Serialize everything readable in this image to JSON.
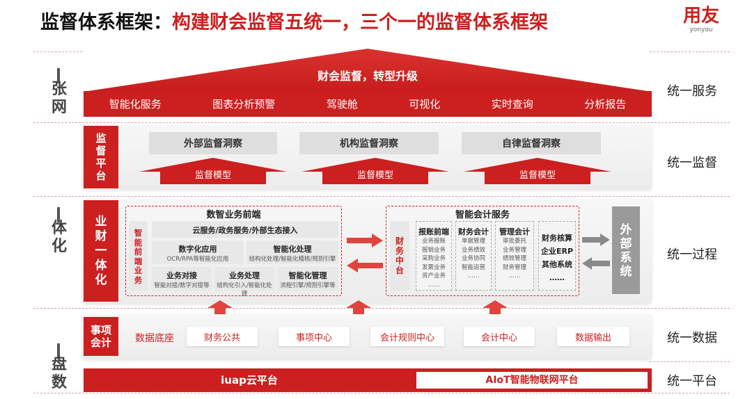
{
  "title": {
    "main": "监督体系框架：",
    "accent": "构建财会监督五统一，三个一的监督体系框架"
  },
  "logo": {
    "cn": "用友",
    "en": "yonyou"
  },
  "left_labels": {
    "net": "张网",
    "integration": "体化",
    "base": "盘数"
  },
  "right_labels": [
    "统一服务",
    "统一监督",
    "统一过程",
    "统一数据",
    "统一平台"
  ],
  "roof": {
    "title": "财会监督，转型升级",
    "items": [
      "智能化服务",
      "图表分析预警",
      "驾驶舱",
      "可视化",
      "实时查询",
      "分析报告"
    ]
  },
  "supervision": {
    "tab": "监督平台",
    "insights": [
      "外部监督洞察",
      "机构监督洞察",
      "自律监督洞察"
    ],
    "model": "监督模型"
  },
  "business": {
    "tab": "业财一体化",
    "front": {
      "title": "数智业务前端",
      "side": "智能前端业务",
      "top": "云服务/政务服务/外部生态接入",
      "cells": [
        {
          "h": "数字化应用",
          "s": "OCR/RPA等智能化应用"
        },
        {
          "h": "智能化处理",
          "s": "结构化处理/智能化稽核/规则引擎"
        },
        {
          "h": "业务对接",
          "s": "智能对接/数字对接等"
        },
        {
          "h": "业务处理",
          "s": "结构化引入/智能化处理"
        },
        {
          "h": "智能化管理",
          "s": "流程引擎/规则引擎等"
        }
      ]
    },
    "accounting": {
      "title": "智能会计服务",
      "side": "财务中台",
      "cols": [
        {
          "h": "报账前端",
          "s": [
            "业务报账",
            "报销业务",
            "采购业务",
            "发票业务",
            "资产业务",
            "……"
          ]
        },
        {
          "h": "财务会计",
          "s": [
            "单据管理",
            "业务绩效",
            "业务协同",
            "智能运营",
            "……"
          ]
        },
        {
          "h": "管理会计",
          "s": [
            "审批委托",
            "业务管理",
            "绩效管理",
            "财务管理",
            "……"
          ]
        },
        {
          "h": "财务核算",
          "s": [
            "企业ERP",
            "其他系统",
            "……"
          ]
        }
      ]
    },
    "external": "外部系统"
  },
  "data": {
    "tab": "事项会计",
    "label": "数据底座",
    "items": [
      "财务公共",
      "事项中心",
      "会计规则中心",
      "会计中心",
      "数据输出"
    ]
  },
  "platform": {
    "left": "iuap云平台",
    "right": "AIoT智能物联网平台"
  }
}
